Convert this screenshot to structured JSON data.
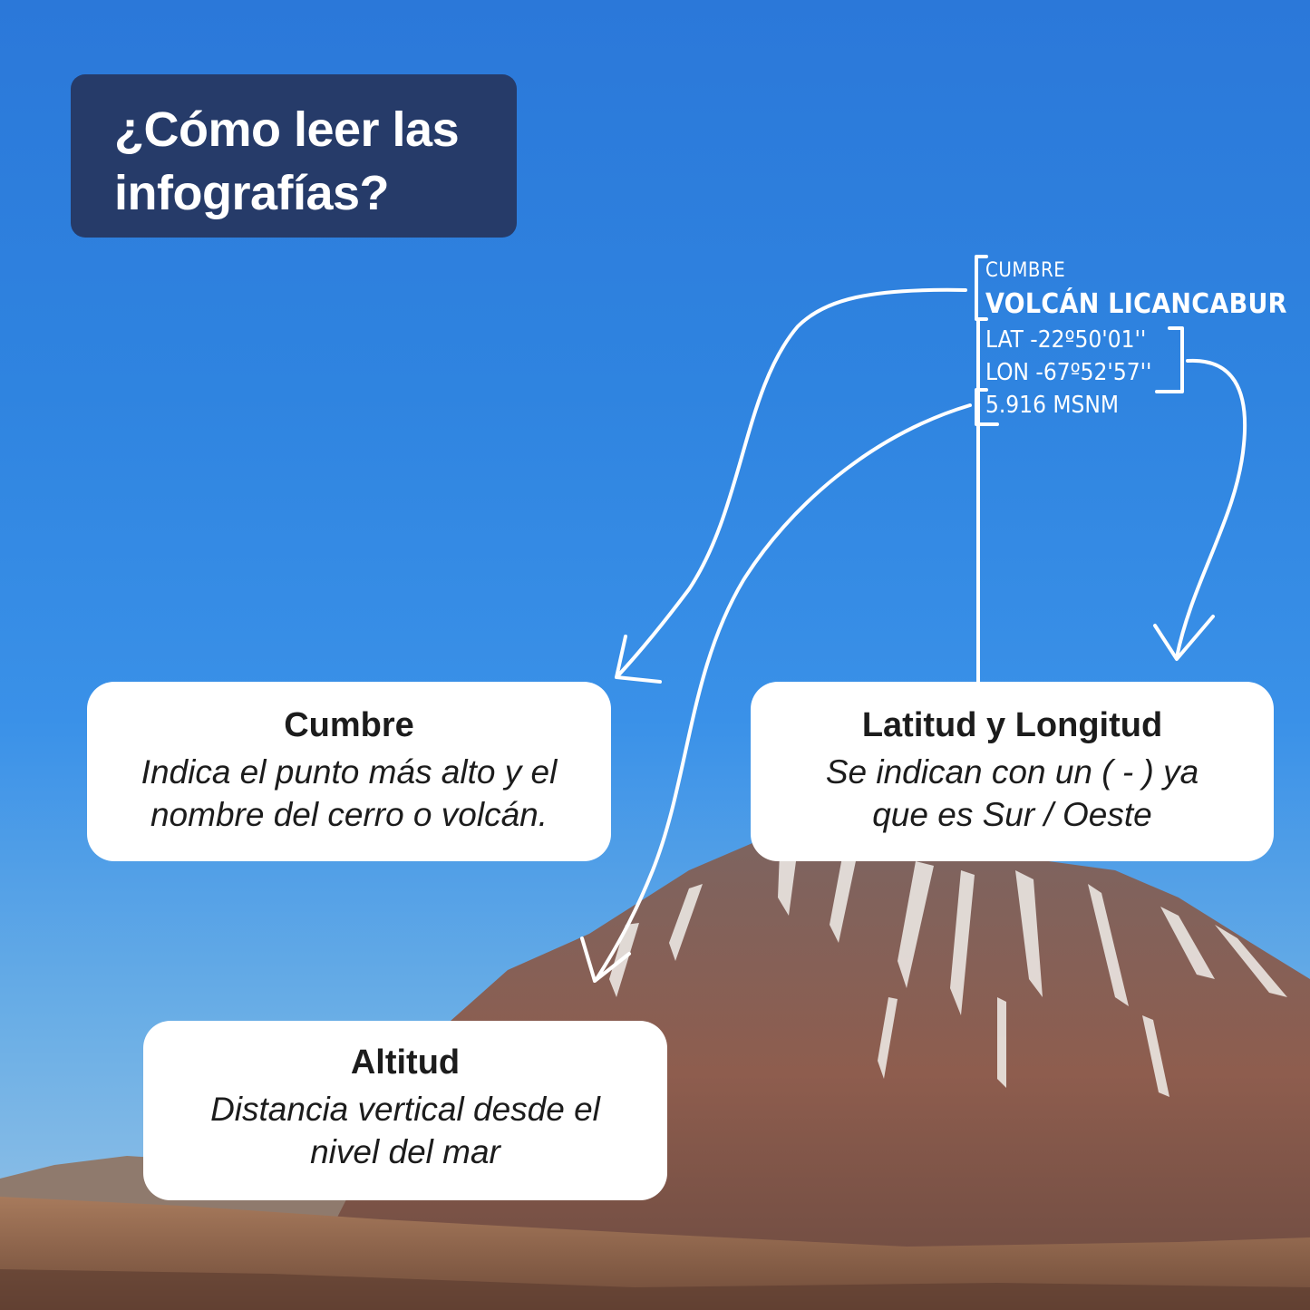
{
  "title": {
    "line1": "¿Cómo leer las",
    "line2": "infografías?"
  },
  "info": {
    "label": "CUMBRE",
    "name": "VOLCÁN LICANCABUR",
    "lat": "LAT -22º50'01''",
    "lon": "LON -67º52'57''",
    "alt": "5.916 MSNM"
  },
  "cards": {
    "cumbre": {
      "title": "Cumbre",
      "body1": "Indica el punto más alto y el",
      "body2": "nombre del cerro o volcán."
    },
    "latlon": {
      "title": "Latitud y Longitud",
      "body1": "Se indican con un ( - ) ya",
      "body2": "que es Sur / Oeste"
    },
    "altitud": {
      "title": "Altitud",
      "body1": "Distancia vertical desde el",
      "body2": "nivel del mar"
    }
  },
  "colors": {
    "title_box": "#263b69",
    "sky": "#2f84e0",
    "mountain": "#8a5a4c",
    "snow": "#f2f0ee"
  }
}
